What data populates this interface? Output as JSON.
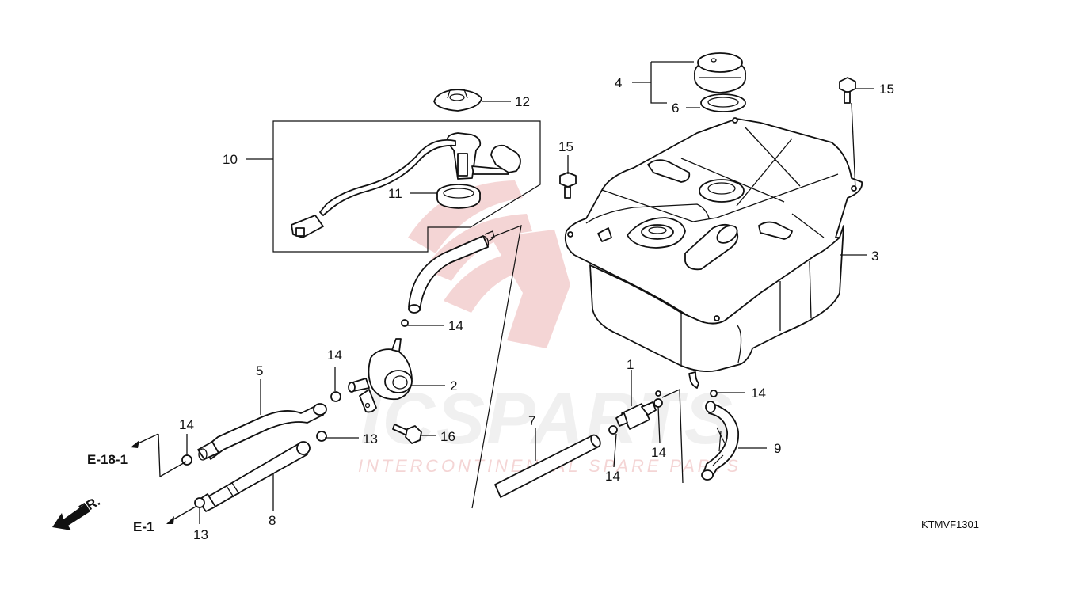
{
  "watermark": {
    "brand_text": "ICSPARTS",
    "tagline": "INTERCONTINENTAL SPARE PARTS",
    "color": "#e8a3a3"
  },
  "callouts": [
    {
      "id": "c1",
      "text": "1"
    },
    {
      "id": "c2",
      "text": "2"
    },
    {
      "id": "c3",
      "text": "3"
    },
    {
      "id": "c4",
      "text": "4"
    },
    {
      "id": "c5",
      "text": "5"
    },
    {
      "id": "c6",
      "text": "6"
    },
    {
      "id": "c7",
      "text": "7"
    },
    {
      "id": "c8",
      "text": "8"
    },
    {
      "id": "c9",
      "text": "9"
    },
    {
      "id": "c10",
      "text": "10"
    },
    {
      "id": "c11",
      "text": "11"
    },
    {
      "id": "c12",
      "text": "12"
    },
    {
      "id": "c13a",
      "text": "13"
    },
    {
      "id": "c13b",
      "text": "13"
    },
    {
      "id": "c14a",
      "text": "14"
    },
    {
      "id": "c14b",
      "text": "14"
    },
    {
      "id": "c14c",
      "text": "14"
    },
    {
      "id": "c14d",
      "text": "14"
    },
    {
      "id": "c14e",
      "text": "14"
    },
    {
      "id": "c14f",
      "text": "14"
    },
    {
      "id": "c15a",
      "text": "15"
    },
    {
      "id": "c15b",
      "text": "15"
    },
    {
      "id": "c16",
      "text": "16"
    }
  ],
  "references": {
    "e18": "E-18-1",
    "e1": "E-1",
    "front": "FR."
  },
  "diagram_code": "KTMVF1301"
}
